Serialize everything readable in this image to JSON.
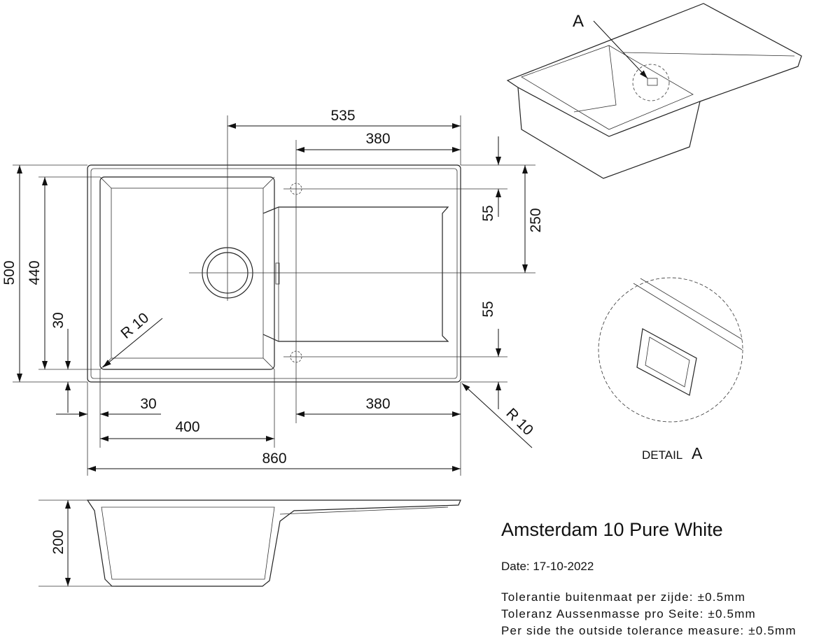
{
  "top_view": {
    "dims": {
      "d535": "535",
      "d380_top": "380",
      "d500": "500",
      "d440": "440",
      "d30_left": "30",
      "d55_upper": "55",
      "d250": "250",
      "d55_lower": "55",
      "d30_bottom": "30",
      "d400": "400",
      "d380_bottom": "380",
      "d860": "860",
      "r10_left": "R 10",
      "r10_right": "R 10"
    }
  },
  "side_view": {
    "d200": "200"
  },
  "perspective": {
    "label_a": "A"
  },
  "detail": {
    "label": "DETAIL",
    "letter": "A"
  },
  "info": {
    "title": "Amsterdam 10 Pure White",
    "date": "Date: 17-10-2022",
    "tolerances": [
      "Tolerantie buitenmaat per zijde: ±0.5mm",
      "Toleranz Aussenmasse pro Seite: ±0.5mm",
      "Per side the outside tolerance measure: ±0.5mm"
    ]
  }
}
